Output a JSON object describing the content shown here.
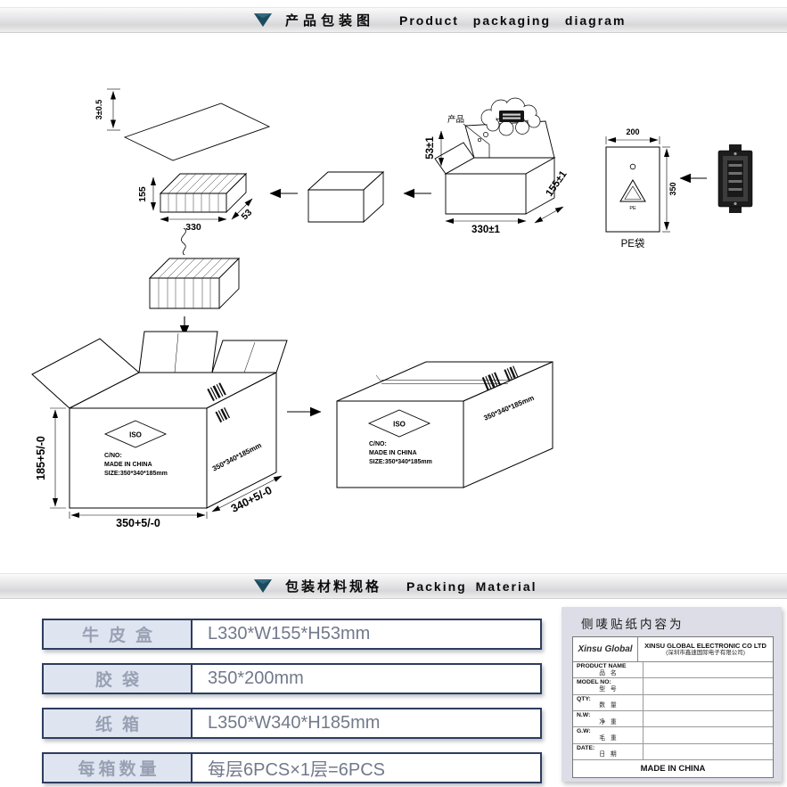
{
  "colors": {
    "section_arrow": "#1b4a5e",
    "table_border": "#2e3d5e",
    "table_label_bg": "#dfe5f0",
    "table_label_text": "#98a1b4",
    "table_value_text": "#71798b",
    "panel_bg": "#dcdde6",
    "band_bg": "#e3e3e6"
  },
  "header1": {
    "title_cn": "产品包装图",
    "title_en": "Product packaging diagram"
  },
  "header2": {
    "title_cn": "包装材料规格",
    "title_en": "Packing Material"
  },
  "diagram": {
    "sheet": {
      "thickness": "3±0.5"
    },
    "stack": {
      "height": "155",
      "length": "330",
      "depth": "53"
    },
    "product_callout": "产品",
    "open_box": {
      "height": "53±1",
      "length": "330±1",
      "depth": "155±1"
    },
    "pe_bag": {
      "width": "200",
      "height": "350",
      "caption": "PE袋",
      "material_mark": "PE"
    },
    "carton_open": {
      "iso": "ISO",
      "cno": "C/NO:",
      "made_in": "MADE IN CHINA",
      "size": "SIZE:350*340*185mm",
      "side": "350*340*185mm",
      "height": "185+5/-0",
      "length": "350+5/-0",
      "depth": "340+5/-0"
    },
    "carton_closed": {
      "iso": "ISO",
      "cno": "C/NO:",
      "made_in": "MADE IN CHINA",
      "size": "SIZE:350*340*185mm",
      "side": "350*340*185mm"
    }
  },
  "spec_table": {
    "rows": [
      {
        "label": "牛皮盒",
        "value": "L330*W155*H53mm"
      },
      {
        "label": "胶袋",
        "value": "350*200mm"
      },
      {
        "label": "纸箱",
        "value": "L350*W340*H185mm"
      },
      {
        "label": "每箱数量",
        "value": "每层6PCS×1层=6PCS"
      }
    ]
  },
  "label_panel": {
    "title": "侧唛贴纸内容为",
    "logo": "Xinsu Global",
    "company_en": "XINSU GLOBAL ELECTRONIC CO LTD",
    "company_cn": "(深圳市鑫速国际电子有限公司)",
    "fields": [
      {
        "en": "PRODUCT NAME",
        "cn": "品 名"
      },
      {
        "en": "MODEL NO:",
        "cn": "型 号"
      },
      {
        "en": "QTY:",
        "cn": "数 量"
      },
      {
        "en": "N.W:",
        "cn": "净 重"
      },
      {
        "en": "G.W:",
        "cn": "毛 重"
      },
      {
        "en": "DATE:",
        "cn": "日 期"
      }
    ],
    "footer": "MADE IN CHINA"
  }
}
